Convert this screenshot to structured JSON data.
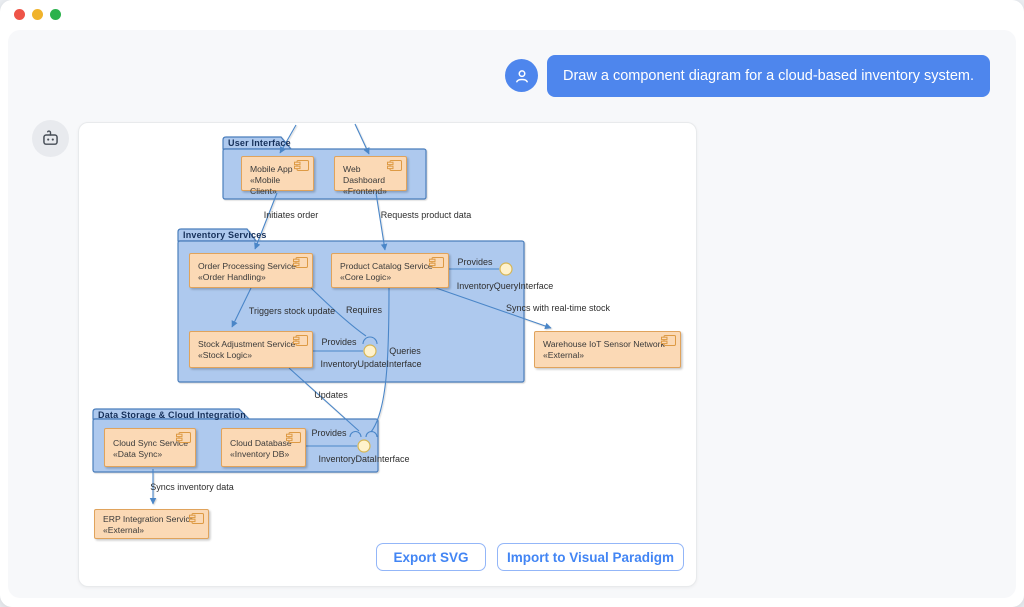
{
  "window": {
    "traffic_lights": [
      {
        "name": "close",
        "color": "#ee5448"
      },
      {
        "name": "minimize",
        "color": "#f0b32c"
      },
      {
        "name": "zoom",
        "color": "#2bb24c"
      }
    ]
  },
  "chat": {
    "user_message": "Draw a component diagram for a cloud-based inventory system."
  },
  "diagram": {
    "packages": {
      "user_interface": "User Interface",
      "inventory_services": "Inventory Services",
      "data_storage": "Data Storage & Cloud Integration"
    },
    "components": {
      "mobile_app": {
        "name": "Mobile App",
        "stereotype": "«Mobile Client»"
      },
      "web_dashboard": {
        "name": "Web Dashboard",
        "stereotype": "«Frontend»"
      },
      "order_processing": {
        "name": "Order Processing Service",
        "stereotype": "«Order Handling»"
      },
      "product_catalog": {
        "name": "Product Catalog Service",
        "stereotype": "«Core Logic»"
      },
      "stock_adjustment": {
        "name": "Stock Adjustment Service",
        "stereotype": "«Stock Logic»"
      },
      "warehouse_iot": {
        "name": "Warehouse IoT Sensor Network",
        "stereotype": "«External»"
      },
      "cloud_sync": {
        "name": "Cloud Sync Service",
        "stereotype": "«Data Sync»"
      },
      "cloud_database": {
        "name": "Cloud Database",
        "stereotype": "«Inventory DB»"
      },
      "erp_integration": {
        "name": "ERP Integration Service",
        "stereotype": "«External»"
      }
    },
    "labels": {
      "initiates_order": "Initiates order",
      "requests_product_data": "Requests product data",
      "triggers_stock_update": "Triggers stock update",
      "requires": "Requires",
      "provides_query": "Provides",
      "provides_update": "Provides",
      "provides_data": "Provides",
      "queries": "Queries",
      "updates": "Updates",
      "syncs_realtime": "Syncs with real-time stock",
      "syncs_inventory": "Syncs inventory data",
      "iface_query": "InventoryQueryInterface",
      "iface_update": "InventoryUpdateInterface",
      "iface_data": "InventoryDataInterface"
    }
  },
  "actions": {
    "export_svg": "Export SVG",
    "import_vp": "Import to Visual Paradigm"
  },
  "colors": {
    "accent_blue": "#4e86ed",
    "button_blue": "#4285f4",
    "package_fill": "#aec9ee",
    "package_border": "#4a7ebc",
    "component_fill": "#fbd9b5",
    "component_border": "#e0a35c",
    "edge": "#4a86c8",
    "interface_fill": "#fff2cc",
    "interface_border": "#d6b656"
  }
}
